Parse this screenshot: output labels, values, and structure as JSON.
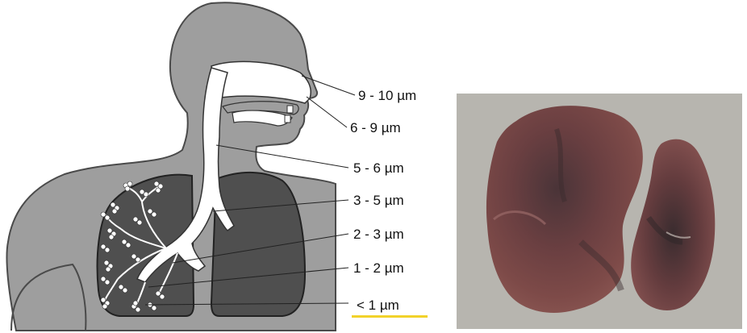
{
  "diagram": {
    "particle_size_labels": [
      {
        "text": "9 - 10 µm",
        "deposition_site": "nose"
      },
      {
        "text": "6 - 9 µm",
        "deposition_site": "nasal passage"
      },
      {
        "text": "5 - 6 µm",
        "deposition_site": "pharynx"
      },
      {
        "text": "3 - 5 µm",
        "deposition_site": "trachea"
      },
      {
        "text": "2 - 3 µm",
        "deposition_site": "bronchi"
      },
      {
        "text": "1 - 2 µm",
        "deposition_site": "bronchioles"
      },
      {
        "text": "< 1 µm",
        "deposition_site": "alveoli"
      }
    ],
    "highlight_color": "#f2d22a"
  },
  "photo": {
    "subject": "excised lungs",
    "background_color": "#bdbab4",
    "tissue_color": "#6e3c3c"
  }
}
